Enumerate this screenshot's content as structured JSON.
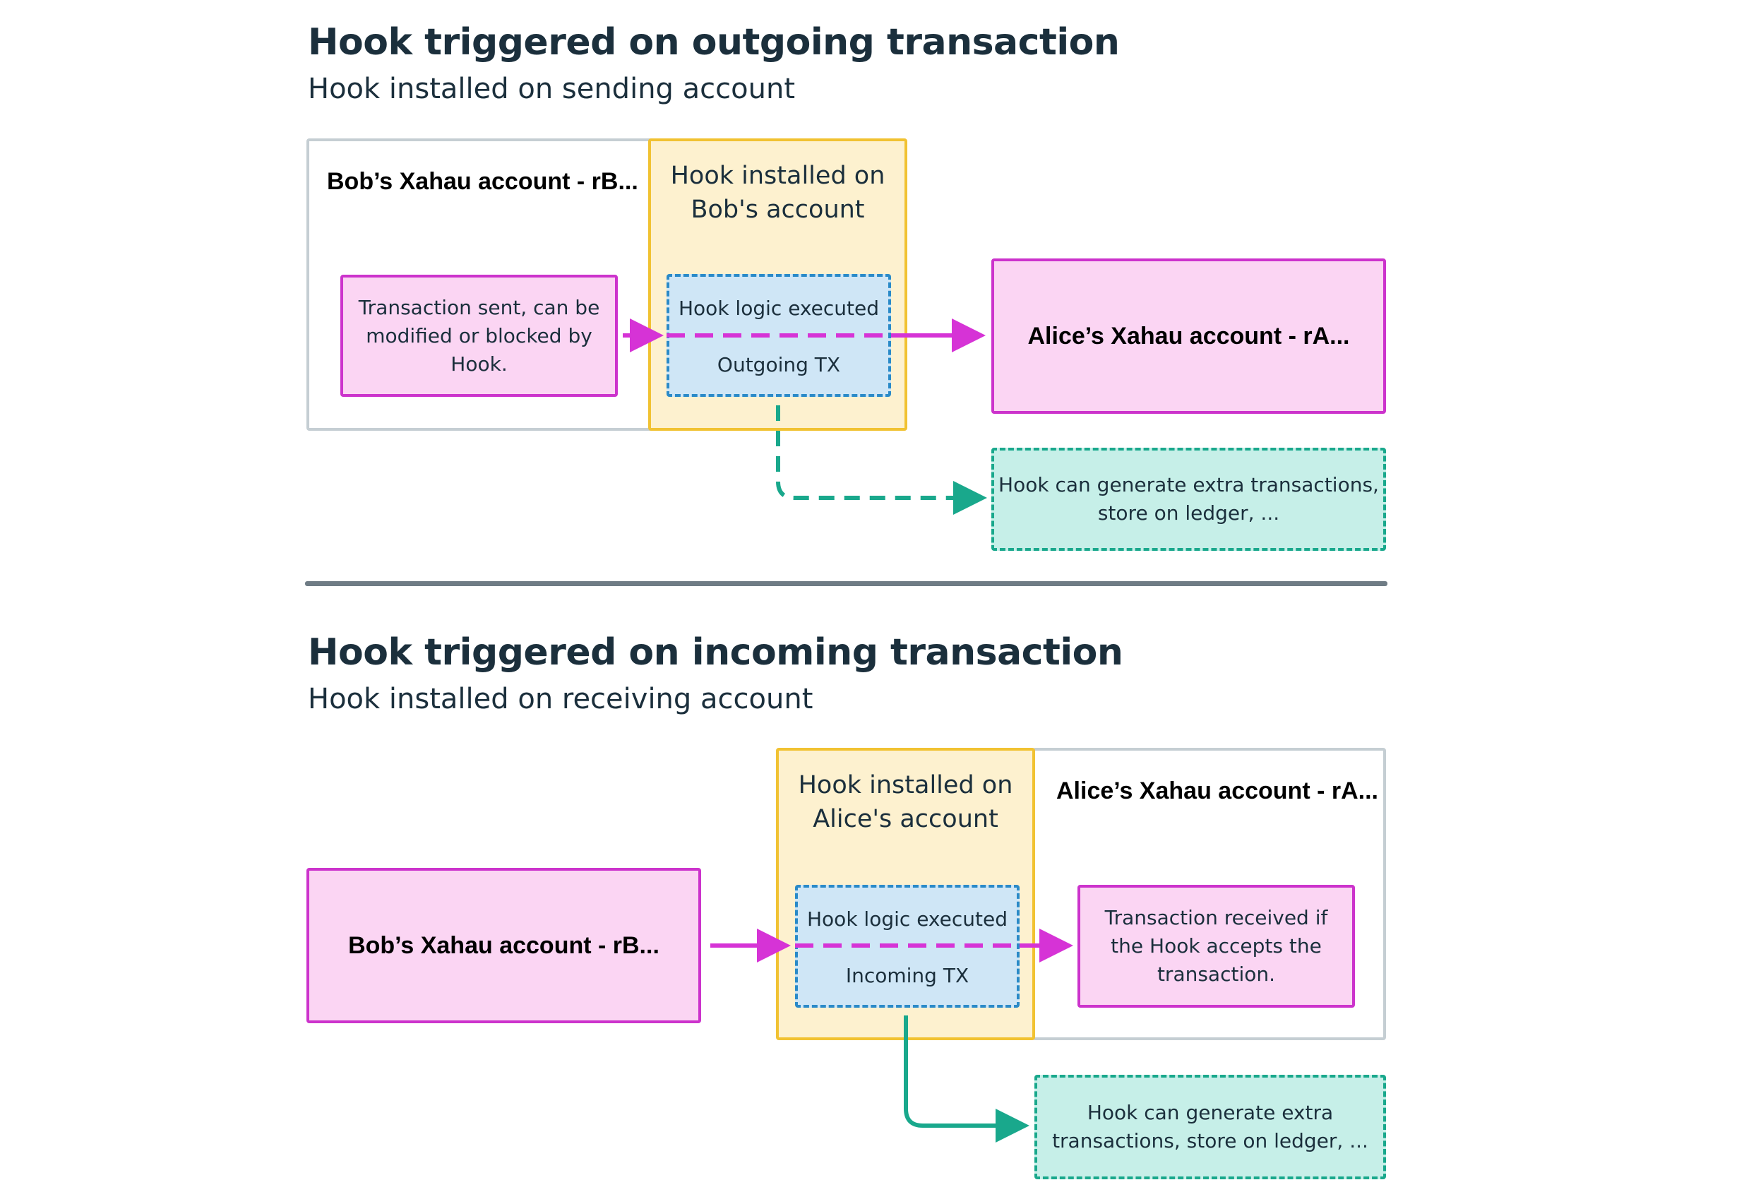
{
  "outgoing": {
    "title": "Hook triggered on outgoing transaction",
    "subtitle": "Hook installed on sending account",
    "sender_account": "Bob’s Xahau account - rB...",
    "hook_title_line1": "Hook installed on",
    "hook_title_line2": "Bob's account",
    "tx_note_line1": "Transaction sent, can be",
    "tx_note_line2": "modified or blocked by",
    "tx_note_line3": "Hook.",
    "logic_label": "Hook logic executed",
    "tx_type": "Outgoing TX",
    "receiver_account": "Alice’s Xahau account - rA...",
    "extra_line1": "Hook can generate extra transactions,",
    "extra_line2": "store on ledger, ..."
  },
  "incoming": {
    "title": "Hook triggered on incoming transaction",
    "subtitle": "Hook installed on receiving account",
    "sender_account": "Bob’s Xahau account - rB...",
    "hook_title_line1": "Hook installed on",
    "hook_title_line2": "Alice's account",
    "receiver_account": "Alice’s Xahau account - rA...",
    "logic_label": "Hook logic executed",
    "tx_type": "Incoming TX",
    "tx_note_line1": "Transaction received if",
    "tx_note_line2": "the Hook accepts the",
    "tx_note_line3": "transaction.",
    "extra_line1": "Hook can generate extra",
    "extra_line2": "transactions, store on ledger, ..."
  },
  "colors": {
    "magenta": "#d633d6",
    "teal": "#19a88c",
    "hook_yellow": "#f1c232",
    "blue_dashed": "#2a8ac8",
    "divider": "#6f7c85"
  }
}
